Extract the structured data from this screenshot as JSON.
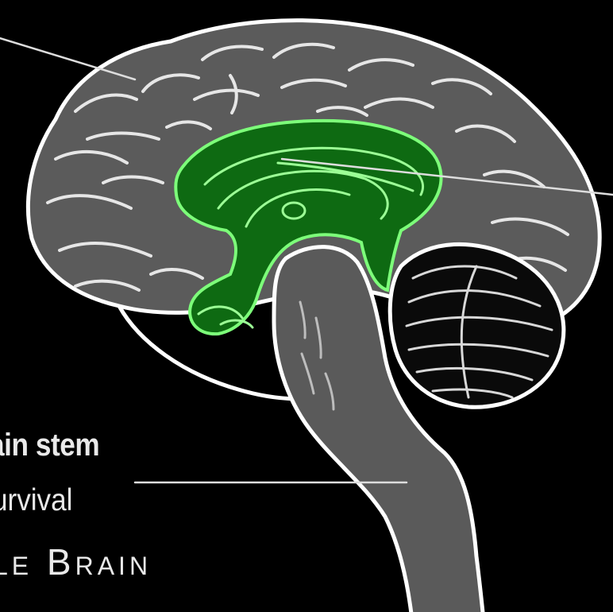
{
  "labels": {
    "heading": "ain stem",
    "subheading": "urvival",
    "caption": "le Brain"
  },
  "colors": {
    "background": "#000000",
    "cortex_fill": "#5b5b5b",
    "outline": "#ffffff",
    "limbic_fill": "#0e6a12",
    "limbic_outline": "#7dff7a",
    "cerebellum_fill": "#0a0a0a",
    "brainstem_fill": "#5a5a5a",
    "text": "#e9e9e9"
  }
}
